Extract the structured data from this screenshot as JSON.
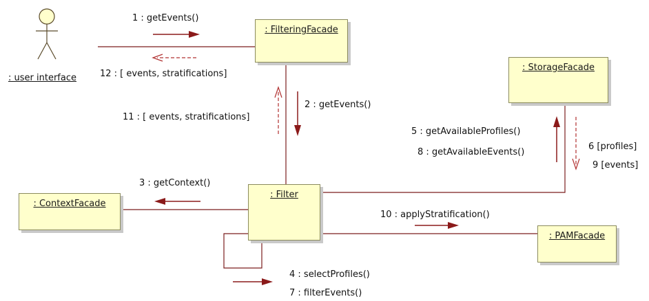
{
  "actor": {
    "name": ": user interface"
  },
  "objects": {
    "filtering_facade": ": FilteringFacade",
    "storage_facade": ": StorageFacade",
    "context_facade": ": ContextFacade",
    "filter": ": Filter",
    "pam_facade": ": PAMFacade"
  },
  "messages": {
    "m1": "1 : getEvents()",
    "m12": "12 : [ events, stratifications]",
    "m2": "2 : getEvents()",
    "m11": "11 : [ events, stratifications]",
    "m5": "5 : getAvailableProfiles()",
    "m8": "8 : getAvailableEvents()",
    "m6": "6 [profiles]",
    "m9": "9 [events]",
    "m3": "3 : getContext()",
    "m10": "10 : applyStratification()",
    "m4": "4 : selectProfiles()",
    "m7": "7 : filterEvents()"
  },
  "colors": {
    "box_fill": "#ffffcc",
    "box_border": "#8a8a5c",
    "link": "#7a1c1c",
    "arrow": "#8b1a1a",
    "return_arrow": "#b03030",
    "actor_head": "#ffffcc"
  }
}
